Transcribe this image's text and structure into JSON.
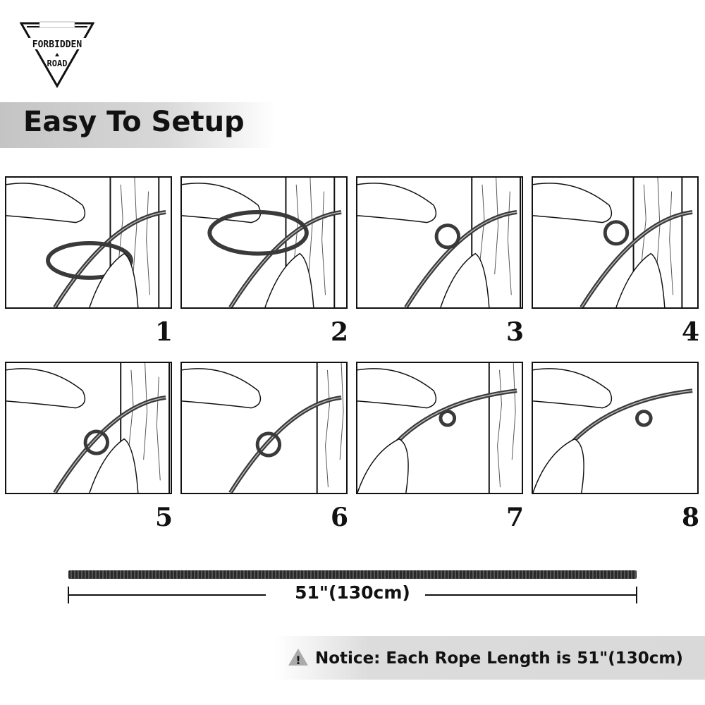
{
  "logo": {
    "brand_top": "FORBIDDEN ROAD",
    "brand_line1": "FORBIDDEN",
    "brand_line2": "ROAD"
  },
  "banner": {
    "title": "Easy To Setup"
  },
  "steps": [
    {
      "number": "1"
    },
    {
      "number": "2"
    },
    {
      "number": "3"
    },
    {
      "number": "4"
    },
    {
      "number": "5"
    },
    {
      "number": "6"
    },
    {
      "number": "7"
    },
    {
      "number": "8"
    }
  ],
  "rope": {
    "length_label": "51\"(130cm)"
  },
  "notice": {
    "icon": "warning-triangle-icon",
    "text": "Notice: Each Rope Length is 51\"(130cm)"
  },
  "colors": {
    "rope": "#3a3a3a",
    "banner": "#c8c8c8",
    "notice_bg": "#d9d9d9"
  }
}
